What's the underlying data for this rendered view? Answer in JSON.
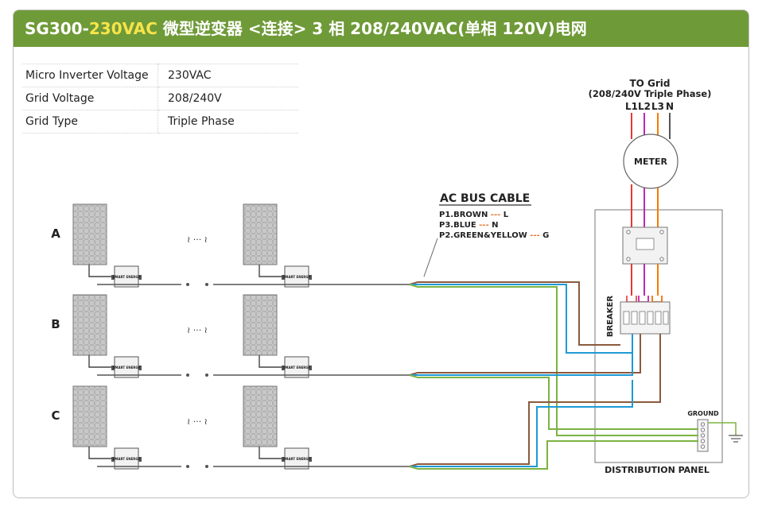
{
  "header": {
    "title_prefix": "SG300-",
    "title_highlight": "230VAC",
    "title_suffix": " 微型逆变器 <连接> 3 相 208/240VAC(单相 120V)电网"
  },
  "specs": [
    {
      "label": "Micro Inverter Voltage",
      "value": "230VAC"
    },
    {
      "label": "Grid  Voltage",
      "value": "208/240V"
    },
    {
      "label": "Grid Type",
      "value": "Triple Phase"
    }
  ],
  "diagram": {
    "to_grid": "TO Grid",
    "grid_note": "(208/240V Triple Phase)",
    "lines": [
      "L1",
      "L2",
      "L3",
      "N"
    ],
    "meter": "METER",
    "breaker": "BREAKER",
    "ground": "GROUND",
    "panel": "DISTRIBUTION PANEL",
    "ac_bus_title": "AC BUS CABLE",
    "bus_lines": [
      {
        "pre": "P1.BROWN ",
        "dash": "---",
        "post": " L"
      },
      {
        "pre": "P3.BLUE ",
        "dash": "---",
        "post": " N"
      },
      {
        "pre": "P2.GREEN&YELLOW ",
        "dash": "---",
        "post": " G"
      }
    ],
    "rows": [
      "A",
      "B",
      "C"
    ],
    "ellipsis": "≀ ··· ≀",
    "inverter_label": "SMART ENERGY"
  },
  "colors": {
    "header_bg": "#6f9a38",
    "highlight": "#f7e44a",
    "brown": "#8b5a3c",
    "blue": "#1e9ad6",
    "green": "#7cb342",
    "red": "#e53935",
    "magenta": "#c026b8",
    "orange": "#f57c00",
    "dash_orange": "#e8772e"
  }
}
